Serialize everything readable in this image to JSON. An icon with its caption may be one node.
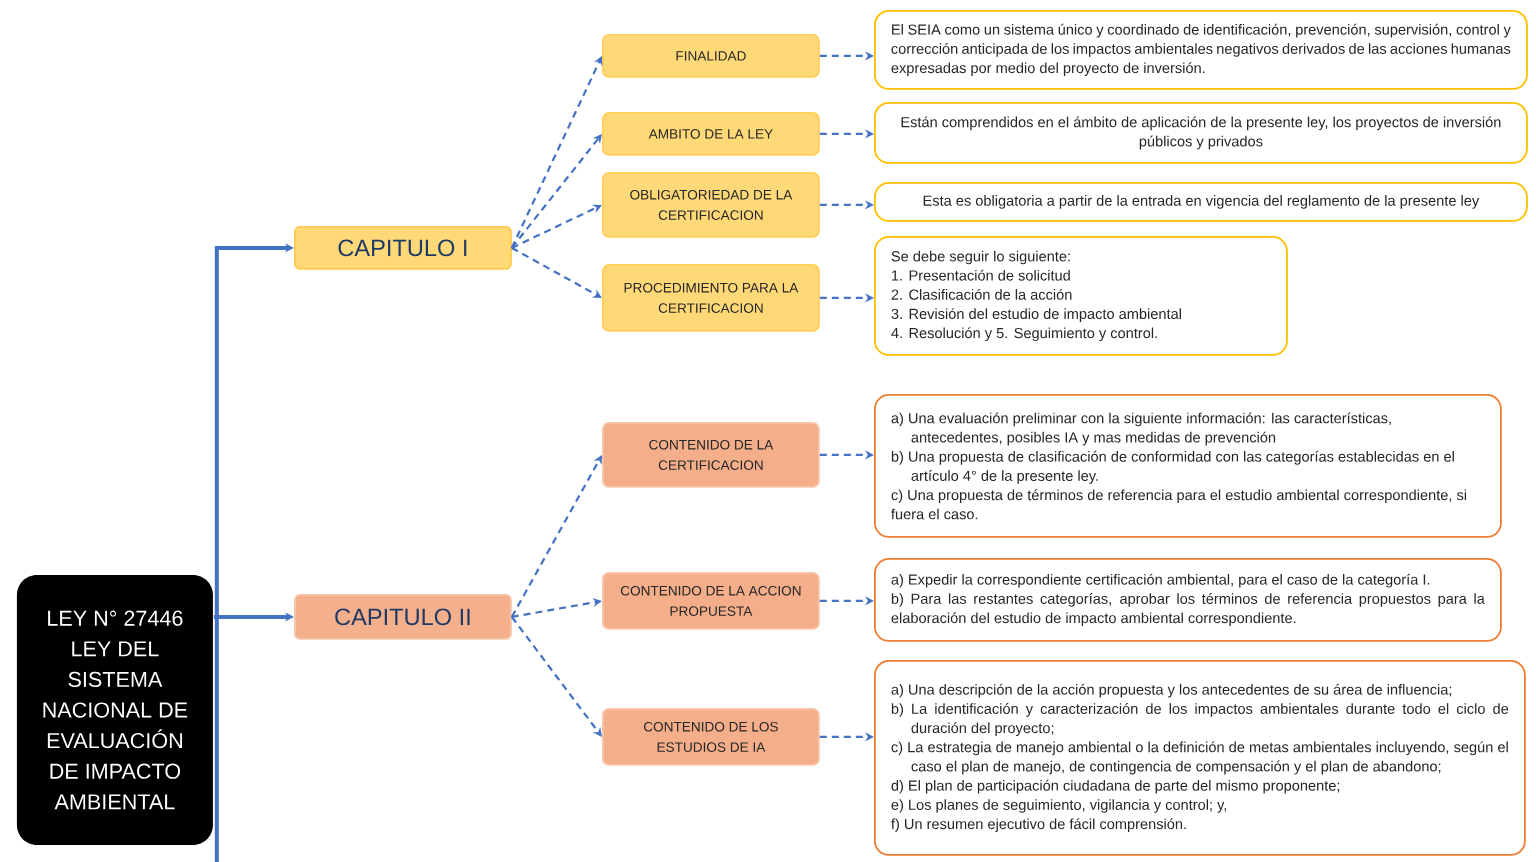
{
  "diagram": {
    "nodes": [
      {
        "text": [
          "LEY N° 27446 LEY DEL SISTEMA NACIONAL DE EVALUACIÓN DE IMPACTO AMBIENTAL"
        ]
      },
      {
        "text": [
          "CAPITULO I"
        ]
      },
      {
        "text": [
          "FINALIDAD"
        ]
      },
      {
        "text": [
          "El SEIA como un sistema único y coordinado de identificación, prevención, supervisión, control y corrección anticipada de los impactos ambientales negativos derivados de las acciones humanas expresadas por medio del proyecto de inversión."
        ]
      },
      {
        "text": [
          "AMBITO DE LA LEY"
        ]
      },
      {
        "text": [
          "Están comprendidos en el ámbito de aplicación de la presente ley, los proyectos de inversión públicos y privados"
        ]
      },
      {
        "text": [
          "OBLIGATORIEDAD DE LA CERTIFICACION"
        ]
      },
      {
        "text": [
          "Esta es obligatoria a partir de la entrada en vigencia del reglamento de la presente ley"
        ]
      },
      {
        "text": [
          "PROCEDIMIENTO PARA LA CERTIFICACION"
        ]
      },
      {
        "text": [
          "Se debe seguir lo siguiente:",
          "1. Presentación de solicitud",
          "2. Clasificación de la acción",
          "3. Revisión del estudio de impacto ambiental",
          "4. Resolución y 5. Seguimiento y control."
        ]
      },
      {
        "text": [
          "CAPITULO II"
        ]
      },
      {
        "text": [
          "CONTENIDO DE LA CERTIFICACION"
        ]
      },
      {
        "text": [
          "a) Una evaluación preliminar con la siguiente información: las características, antecedentes, posibles IA y mas medidas de prevención",
          "b) Una propuesta de clasificación de conformidad con las categorías establecidas en el artículo 4° de la presente ley.",
          "c) Una propuesta de términos de referencia para el estudio ambiental correspondiente, si fuera el caso."
        ]
      },
      {
        "text": [
          "CONTENIDO DE LA ACCION PROPUESTA"
        ]
      },
      {
        "text": [
          "a) Expedir la correspondiente certificación ambiental, para el caso de la categoría I.",
          "b) Para las restantes categorías, aprobar los términos de referencia propuestos para la elaboración del estudio de impacto ambiental correspondiente."
        ]
      },
      {
        "text": [
          "CONTENIDO DE LOS ESTUDIOS DE IA"
        ]
      },
      {
        "text": [
          "a) Una descripción de la acción propuesta y los antecedentes de su área de influencia;",
          "b) La identificación y caracterización de los impactos ambientales durante todo el ciclo de duración del proyecto;",
          "c) La estrategia de manejo ambiental o la definición de metas ambientales incluyendo, según el caso el plan de manejo, de contingencia de compensación y el plan de abandono;",
          "d) El plan de participación ciudadana de parte del mismo proponente;",
          "e) Los planes de seguimiento, vigilancia y control; y,",
          "f) Un resumen ejecutivo de fácil comprensión."
        ]
      }
    ],
    "edges": [
      {
        "from": 0,
        "to": 1,
        "arrow": "to"
      },
      {
        "from": 0,
        "to": 10,
        "arrow": "to"
      },
      {
        "from": 0,
        "to": null,
        "arrow": "none"
      },
      {
        "from": 1,
        "to": 2,
        "arrow": "to",
        "style": "dashed"
      },
      {
        "from": 1,
        "to": 4,
        "arrow": "to",
        "style": "dashed"
      },
      {
        "from": 1,
        "to": 6,
        "arrow": "to",
        "style": "dashed"
      },
      {
        "from": 1,
        "to": 8,
        "arrow": "to",
        "style": "dashed"
      },
      {
        "from": 2,
        "to": 3,
        "arrow": "to",
        "style": "dashed"
      },
      {
        "from": 4,
        "to": 5,
        "arrow": "to",
        "style": "dashed"
      },
      {
        "from": 6,
        "to": 7,
        "arrow": "to",
        "style": "dashed"
      },
      {
        "from": 8,
        "to": 9,
        "arrow": "to",
        "style": "dashed"
      },
      {
        "from": 10,
        "to": 11,
        "arrow": "to",
        "style": "dashed"
      },
      {
        "from": 10,
        "to": 13,
        "arrow": "to",
        "style": "dashed"
      },
      {
        "from": 10,
        "to": 15,
        "arrow": "to",
        "style": "dashed"
      },
      {
        "from": 11,
        "to": 12,
        "arrow": "to",
        "style": "dashed"
      },
      {
        "from": 13,
        "to": 14,
        "arrow": "to",
        "style": "dashed"
      },
      {
        "from": 15,
        "to": 16,
        "arrow": "to",
        "style": "dashed"
      }
    ]
  }
}
